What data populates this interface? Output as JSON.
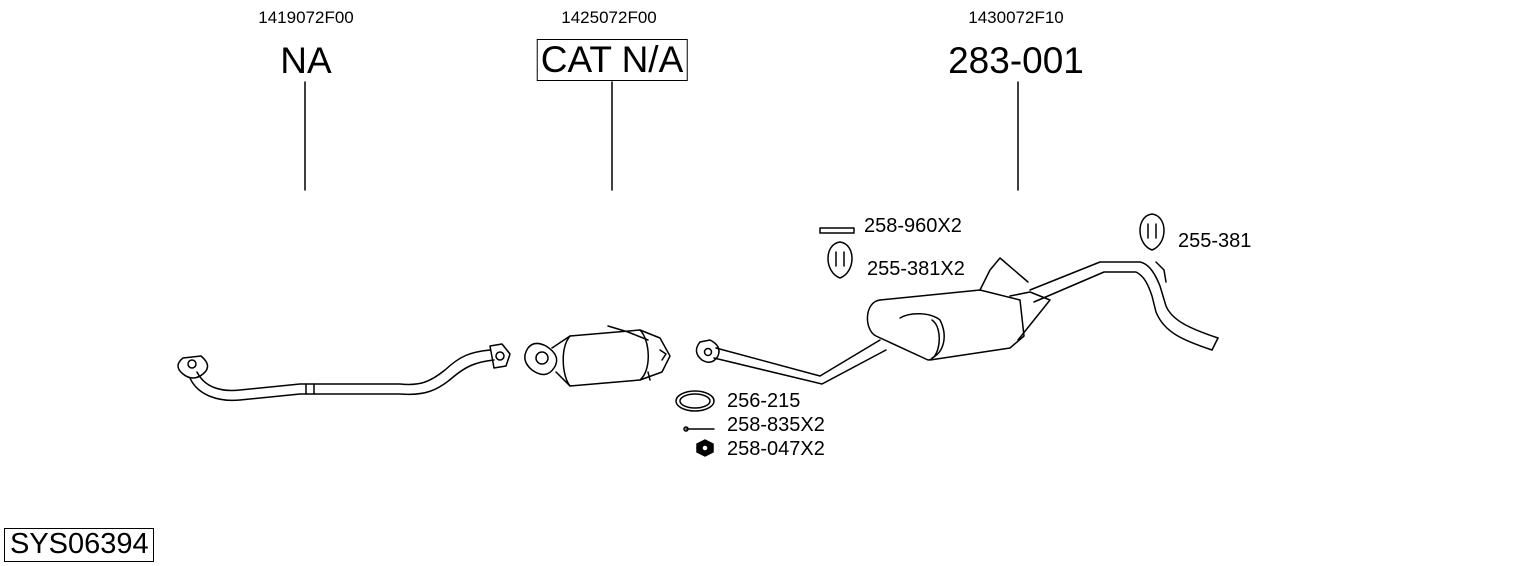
{
  "sections": [
    {
      "oem": "1419072F00",
      "part": "NA",
      "boxed": false
    },
    {
      "oem": "1425072F00",
      "part": "CAT N/A",
      "boxed": true
    },
    {
      "oem": "1430072F10",
      "part": "283-001",
      "boxed": false
    }
  ],
  "callouts": {
    "clip": "258-960X2",
    "hanger_pair": "255-381X2",
    "hanger_rear": "255-381",
    "gasket": "256-215",
    "bolt": "258-835X2",
    "nut": "258-047X2"
  },
  "system_code": "SYS06394",
  "colors": {
    "ink": "#000000",
    "background": "#ffffff"
  }
}
